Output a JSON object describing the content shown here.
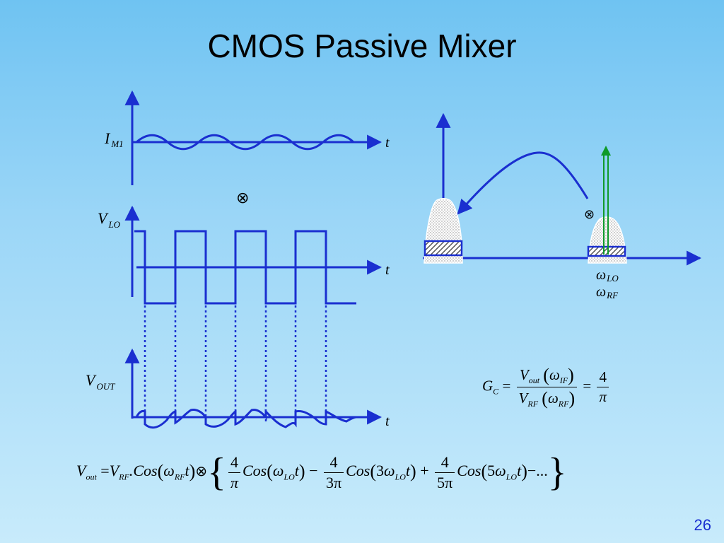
{
  "slide": {
    "title": "CMOS Passive Mixer",
    "page_number": "26"
  },
  "time_plots": {
    "im1_label": "I",
    "im1_sub": "M1",
    "vlo_label": "V",
    "vlo_sub": "LO",
    "vout_label": "V",
    "vout_sub": "OUT",
    "time_label": "t",
    "multiply_symbol": "⊗"
  },
  "spectrum": {
    "omega": "ω",
    "lo_sub": "LO",
    "rf_sub": "RF",
    "multiply_symbol": "⊗"
  },
  "gain_equation": {
    "lhs": "G",
    "lhs_sub": "C",
    "equals": "=",
    "num_var": "V",
    "num_sub": "out",
    "num_arg": "ω",
    "num_arg_sub": "IF",
    "den_var": "V",
    "den_sub": "RF",
    "den_arg": "ω",
    "den_arg_sub": "RF",
    "result_num": "4",
    "result_den": "π"
  },
  "output_equation": {
    "lhs": "V",
    "lhs_sub": "out",
    "equals": "=",
    "rf_var": "V",
    "rf_sub": "RF",
    "cos_text": ".Cos",
    "omega": "ω",
    "rf_omega_sub": "RF",
    "t": "t",
    "otimes": "⊗",
    "term1_num": "4",
    "term1_den": "π",
    "term2_num": "4",
    "term2_den": "3π",
    "term3_num": "4",
    "term3_den": "5π",
    "cos": "Cos",
    "lo_sub": "LO",
    "coef3": "3",
    "coef5": "5",
    "minus": "−",
    "plus": "+",
    "ellipsis": "−...",
    "lbrace": "{",
    "rbrace": "}"
  },
  "colors": {
    "waveform": "#1a2fd0",
    "green_arrow": "#0f9a2a",
    "hatch": "#3a3a3a"
  }
}
